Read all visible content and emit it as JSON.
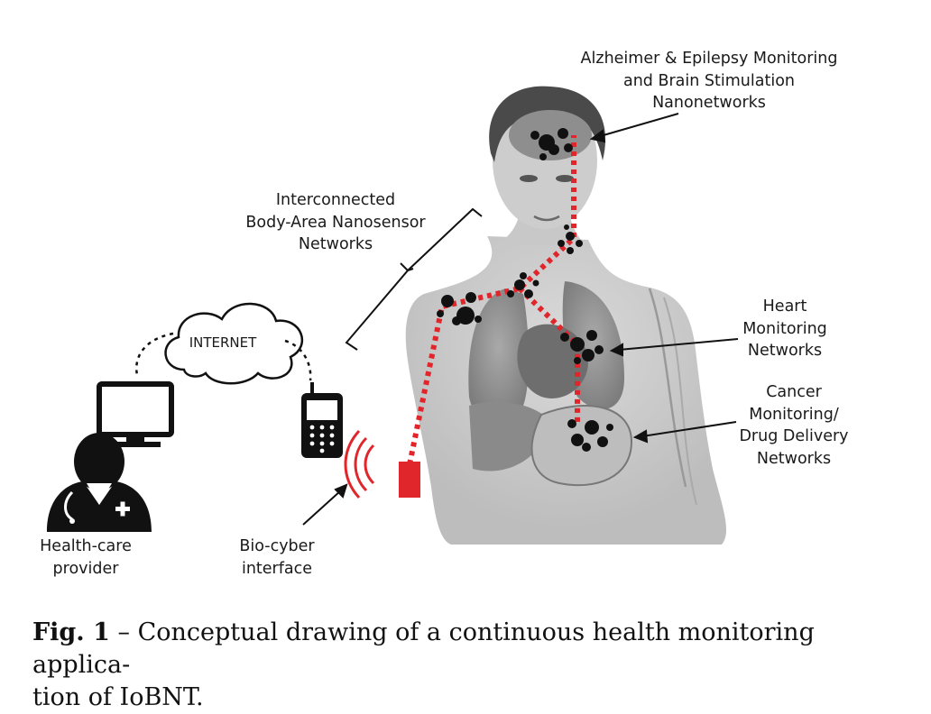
{
  "labels": {
    "brain": [
      "Alzheimer & Epilepsy Monitoring",
      "and Brain Stimulation",
      "Nanonetworks"
    ],
    "body_area": [
      "Interconnected",
      "Body-Area Nanosensor",
      "Networks"
    ],
    "heart": [
      "Heart",
      "Monitoring",
      "Networks"
    ],
    "cancer": [
      "Cancer",
      "Monitoring/",
      "Drug Delivery",
      "Networks"
    ],
    "internet": "INTERNET",
    "provider": [
      "Health-care",
      "provider"
    ],
    "bio_cyber": [
      "Bio-cyber",
      "interface"
    ]
  },
  "caption": {
    "prefix": "Fig. 1",
    "text": " – Conceptual drawing of a continuous health monitoring applica-",
    "text2": "tion of IoBNT."
  },
  "colors": {
    "link": "#e0262b",
    "node": "#111111",
    "body": "#cfcfcf"
  }
}
